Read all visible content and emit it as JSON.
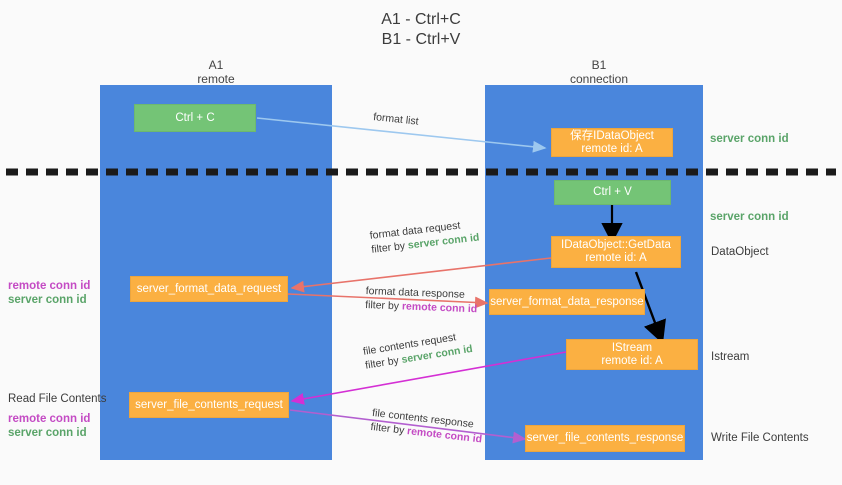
{
  "title": {
    "line1": "A1 - Ctrl+C",
    "line2": "B1 - Ctrl+V"
  },
  "columns": [
    {
      "name": "A1",
      "sub": "remote"
    },
    {
      "name": "B1",
      "sub": "connection"
    }
  ],
  "nodes": {
    "ctrl_c": {
      "label": "Ctrl + C"
    },
    "save_dataobject": {
      "line1": "保存IDataObject",
      "line2": "remote id: A"
    },
    "ctrl_v": {
      "label": "Ctrl + V"
    },
    "getdata": {
      "line1": "IDataObject::GetData",
      "line2": "remote id: A"
    },
    "istream": {
      "line1": "IStream",
      "line2": "remote id: A"
    },
    "fmt_req": {
      "label": "server_format_data_request"
    },
    "fmt_resp": {
      "label": "server_format_data_response"
    },
    "file_req": {
      "label": "server_file_contents_request"
    },
    "file_resp": {
      "label": "server_file_contents_response"
    }
  },
  "right_notes": [
    {
      "text": "server conn id",
      "style": "green"
    },
    {
      "text": "server conn id",
      "style": "green"
    },
    {
      "text": "DataObject",
      "style": "plain"
    },
    {
      "text": "Istream",
      "style": "plain"
    },
    {
      "text": "Write File Contents",
      "style": "plain"
    }
  ],
  "left_notes": {
    "group1": [
      {
        "text": "remote conn id",
        "style": "purple"
      },
      {
        "text": "server conn id",
        "style": "green"
      }
    ],
    "group2_title": "Read File Contents",
    "group2": [
      {
        "text": "remote conn id",
        "style": "purple"
      },
      {
        "text": "server conn id",
        "style": "green"
      }
    ]
  },
  "edges": {
    "format_list": {
      "line1": "format list"
    },
    "format_data_request": {
      "line1": "format data request",
      "filter_prefix": "filter by ",
      "filter_value": "server conn id",
      "filter_color": "green"
    },
    "format_data_response": {
      "line1": "format data response",
      "filter_prefix": "filter by ",
      "filter_value": "remote conn id",
      "filter_color": "purple"
    },
    "file_contents_request": {
      "line1": "file contents request",
      "filter_prefix": "filter by ",
      "filter_value": "server conn id",
      "filter_color": "green"
    },
    "file_contents_response": {
      "line1": "file contents response",
      "filter_prefix": "filter by ",
      "filter_value": "remote conn id",
      "filter_color": "purple"
    }
  },
  "colors": {
    "lane": "#4a86dc",
    "green_box": "#74c476",
    "orange_box": "#fbb042",
    "arrow_lightblue": "#9dc8ef",
    "arrow_red": "#e8736a",
    "arrow_magenta": "#d42fd4",
    "arrow_purple": "#b35fd0",
    "arrow_black": "#000000",
    "green_text": "#5aa469",
    "purple_text": "#c44bc4",
    "background": "#fafafa"
  },
  "divider": {
    "name": "dashed-separator"
  }
}
